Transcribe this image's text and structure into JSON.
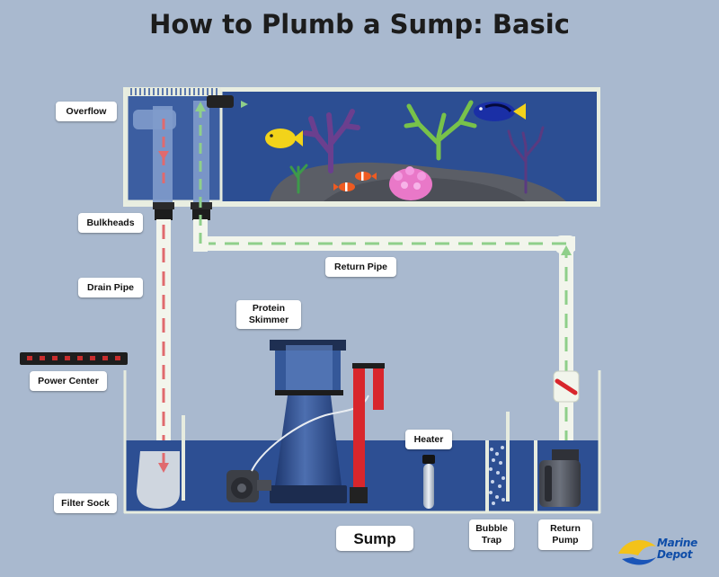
{
  "title": "How to Plumb a Sump: Basic",
  "labels": {
    "overflow": "Overflow",
    "bulkheads": "Bulkheads",
    "drain_pipe": "Drain Pipe",
    "return_pipe": "Return Pipe",
    "protein_skimmer": "Protein Skimmer",
    "power_center": "Power Center",
    "heater": "Heater",
    "filter_sock": "Filter Sock",
    "sump": "Sump",
    "bubble_trap": "Bubble Trap",
    "return_pump": "Return Pump"
  },
  "logo": {
    "line1": "Marine",
    "line2": "Depot"
  },
  "colors": {
    "background": "#a9b9cf",
    "water": "#2d4f93",
    "pipe": "#f2f5ec",
    "drain_arrow": "#e06a6e",
    "return_arrow": "#8fcf8a",
    "skimmer_pump": "#d8262c"
  }
}
